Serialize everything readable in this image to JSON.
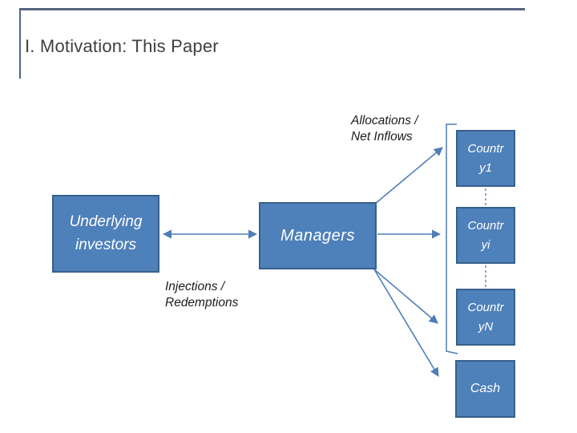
{
  "slide": {
    "title": "I. Motivation: This Paper"
  },
  "annotations": {
    "allocations_label": "Allocations /\nNet Inflows",
    "injections_label": "Injections /\nRedemptions"
  },
  "nodes": {
    "investors": {
      "label": "Underlying\ninvestors"
    },
    "managers": {
      "label": "Managers"
    },
    "country1": {
      "label": "Countr\ny1"
    },
    "countryi": {
      "label": "Countr\nyi"
    },
    "countryn": {
      "label": "Countr\nyN"
    },
    "cash": {
      "label": "Cash"
    }
  },
  "colors": {
    "node_fill": "#4e80ba",
    "node_border": "#37608c",
    "node_text": "#ffffff",
    "connector": "#4e7db8",
    "header_border": "#556480",
    "title_text": "#404040",
    "label_text": "#1c1c1c"
  }
}
